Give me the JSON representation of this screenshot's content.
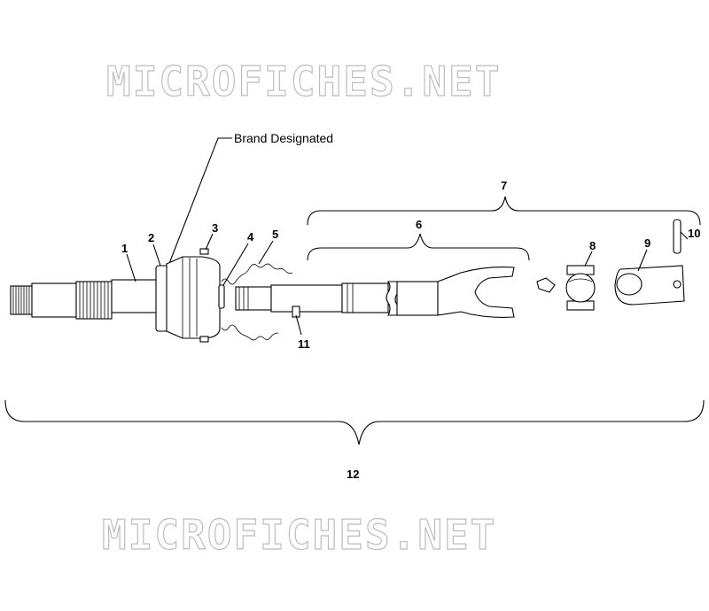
{
  "watermark": {
    "text": "MICROFICHES.NET"
  },
  "callout": {
    "text": "Brand Designated"
  },
  "part_numbers": [
    "1",
    "2",
    "3",
    "4",
    "5",
    "6",
    "7",
    "8",
    "9",
    "10",
    "11",
    "12"
  ]
}
